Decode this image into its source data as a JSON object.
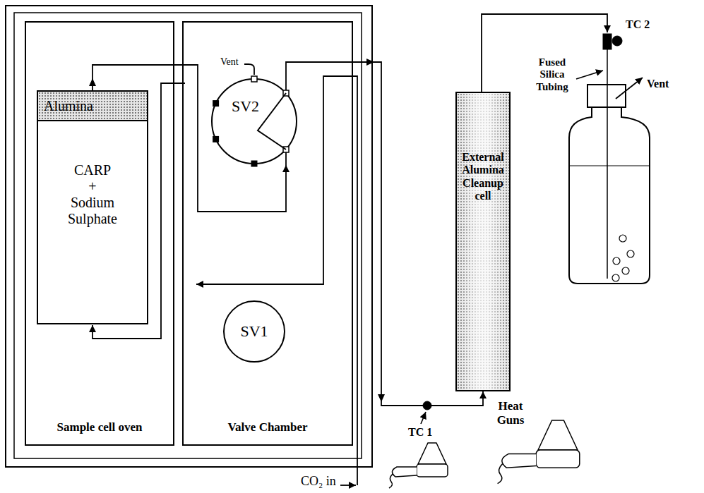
{
  "diagram": {
    "nodes": [
      {
        "text": [
          "Sample cell oven"
        ]
      },
      {
        "text": [
          "Alumina"
        ],
        "in": 0
      },
      {
        "text": [
          "CARP + Sodium Sulphate"
        ],
        "in": 0
      },
      {
        "text": [
          "Valve Chamber"
        ]
      },
      {
        "text": [
          "SV2"
        ],
        "in": 3
      },
      {
        "text": [
          "SV1"
        ],
        "in": 3
      },
      {
        "text": [
          "External Alumina Cleanup cell"
        ]
      }
    ],
    "edges": [
      {
        "from": 1,
        "to": 4,
        "arrow": "to"
      },
      {
        "from": 4,
        "to": 6,
        "arrow": "to"
      }
    ],
    "labels": [
      "Vent",
      "TC 2",
      "Fused Silica Tubing",
      "Vent",
      "TC 1",
      "Heat Guns",
      "CO₂ in"
    ]
  }
}
